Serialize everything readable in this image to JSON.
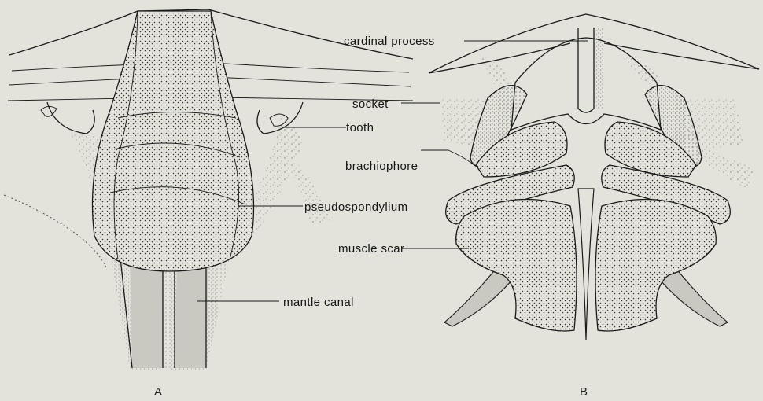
{
  "figure": {
    "panel_a": "A",
    "panel_b": "B",
    "labels": {
      "cardinal_process": "cardinal process",
      "socket": "socket",
      "tooth": "tooth",
      "brachiophore": "brachiophore",
      "pseudospondylium": "pseudospondylium",
      "muscle_scar": "muscle scar",
      "mantle_canal": "mantle canal"
    }
  },
  "colors": {
    "background": "#e3e3dc",
    "ink": "#1a1a1a",
    "shaded_region": "#c9c9c1"
  }
}
